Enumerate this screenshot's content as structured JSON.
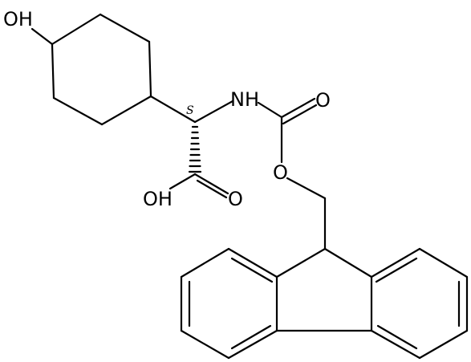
{
  "molecule": {
    "atoms": {
      "hydroxyl_top": "OH",
      "amine": "NH",
      "carbamate_oxygen": "O",
      "ester_oxygen": "O",
      "acid_hydroxyl": "OH",
      "acid_carbonyl_oxygen": "O"
    },
    "stereo_descriptor": "S"
  }
}
